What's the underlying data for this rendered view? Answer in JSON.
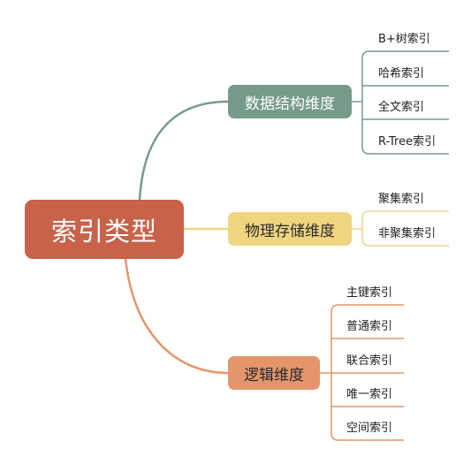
{
  "root": {
    "label": "索引类型",
    "color": "#c8624a"
  },
  "branches": [
    {
      "label": "数据结构维度",
      "color": "#759b8a",
      "leaves": [
        "B+树索引",
        "哈希索引",
        "全文索引",
        "R-Tree索引"
      ]
    },
    {
      "label": "物理存储维度",
      "color": "#f0d581",
      "line_color": "#efd58e",
      "leaves": [
        "聚集索引",
        "非聚集索引"
      ]
    },
    {
      "label": "逻辑维度",
      "color": "#e4956b",
      "leaves": [
        "主键索引",
        "普通索引",
        "联合索引",
        "唯一索引",
        "空间索引"
      ]
    }
  ]
}
